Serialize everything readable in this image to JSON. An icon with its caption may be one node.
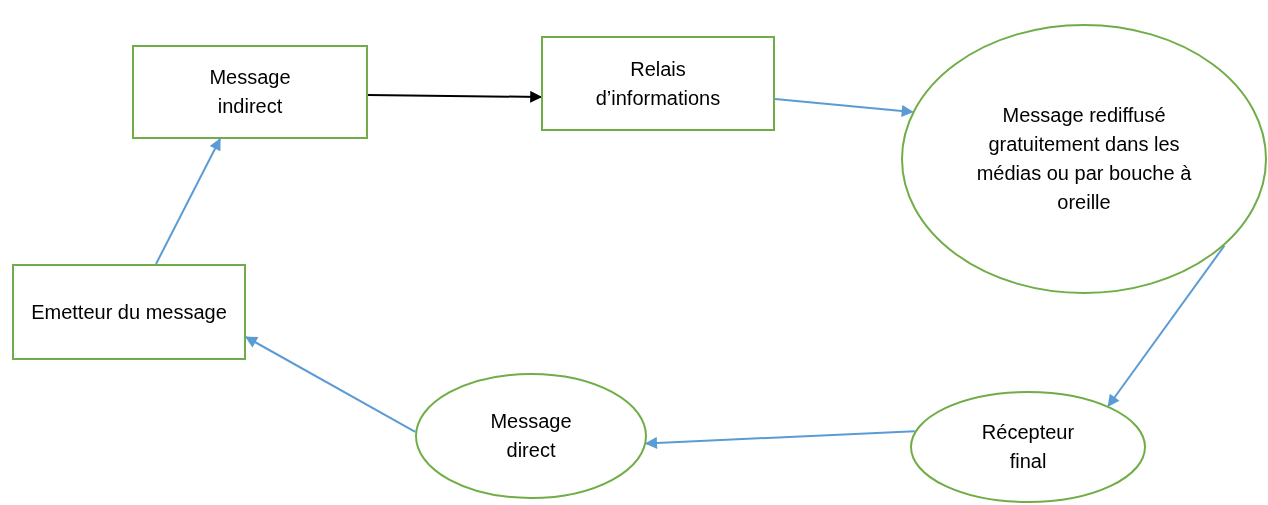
{
  "diagram": {
    "nodes": [
      {
        "text": [
          "Message indirect"
        ]
      },
      {
        "text": [
          "Relais d’informations"
        ]
      },
      {
        "text": [
          "Message rediffusé gratuitement dans les médias ou par bouche à oreille"
        ]
      },
      {
        "text": [
          "Récepteur final"
        ]
      },
      {
        "text": [
          "Message direct"
        ]
      },
      {
        "text": [
          "Emetteur du message"
        ]
      }
    ],
    "edges": [
      {
        "from": 0,
        "to": 1,
        "arrow": "to",
        "color": "#000000"
      },
      {
        "from": 1,
        "to": 2,
        "arrow": "to"
      },
      {
        "from": 2,
        "to": 3,
        "arrow": "to"
      },
      {
        "from": 3,
        "to": 4,
        "arrow": "to"
      },
      {
        "from": 4,
        "to": 5,
        "arrow": "to"
      },
      {
        "from": 5,
        "to": 0,
        "arrow": "to"
      }
    ]
  }
}
